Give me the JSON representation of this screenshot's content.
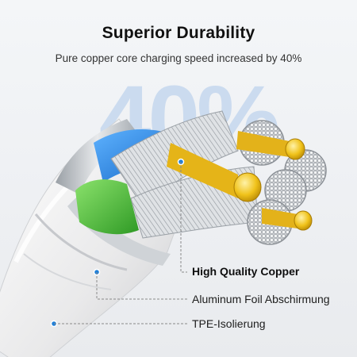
{
  "heading": {
    "title": "Superior Durability",
    "subtitle": "Pure copper core charging speed increased by 40%",
    "background_text": "40%"
  },
  "callouts": [
    {
      "label": "High Quality Copper"
    },
    {
      "label": "Aluminum Foil Abschirmung"
    },
    {
      "label": "TPE-Isolierung"
    }
  ],
  "colors": {
    "accent_blue": "#1e7fd9",
    "shield_green": "#4fbf3a",
    "copper_gold": "#f0c21a",
    "jacket_white": "#f2f2f2"
  }
}
